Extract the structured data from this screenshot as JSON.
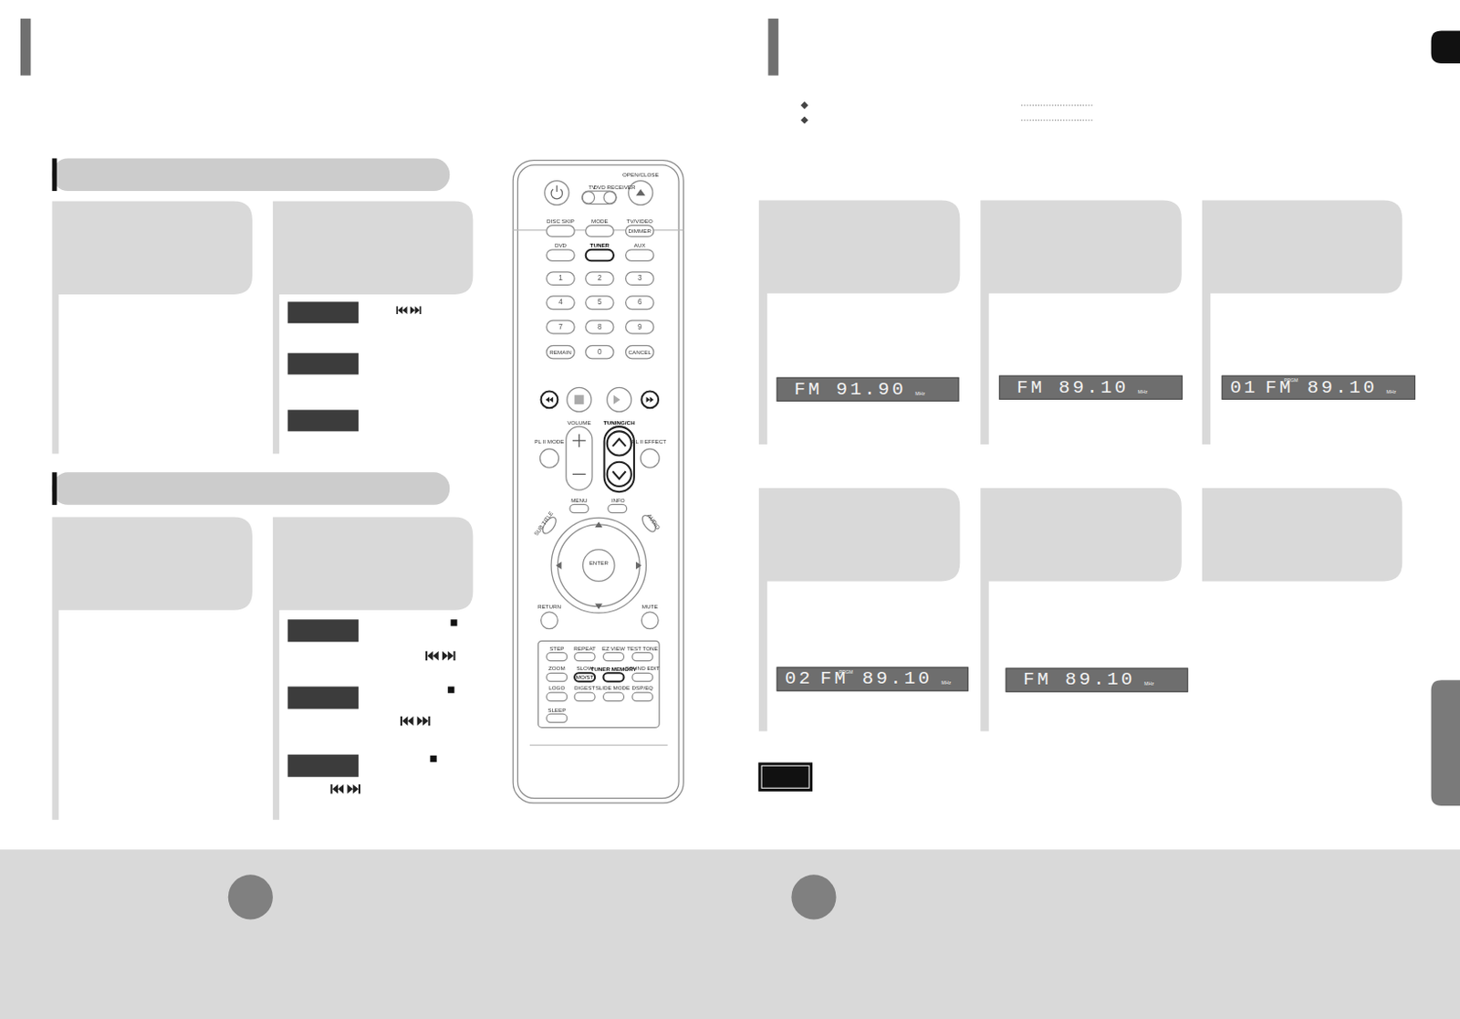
{
  "diagram": {
    "nodes": [
      {
        "text": [
          "FM 91.90",
          "MHz"
        ]
      },
      {
        "text": [
          "FM 89.10",
          "MHz"
        ]
      },
      {
        "text": [
          "01",
          "PRGM",
          "FM 89.10",
          "MHz"
        ]
      },
      {
        "text": [
          "02",
          "PRGM",
          "FM 89.10",
          "MHz"
        ]
      },
      {
        "text": [
          "FM 89.10",
          "MHz"
        ]
      }
    ],
    "labels": [
      "OPEN/CLOSE",
      "TV",
      "DVD RECEIVER",
      "DISC SKIP",
      "MODE",
      "TV/VIDEO",
      "DIMMER",
      "DVD",
      "TUNER",
      "AUX",
      "1",
      "2",
      "3",
      "4",
      "5",
      "6",
      "7",
      "8",
      "9",
      "REMAIN",
      "0",
      "CANCEL",
      "VOLUME",
      "TUNING/CH",
      "PL II MODE",
      "PL II EFFECT",
      "MENU",
      "INFO",
      "SUB TITLE",
      "AUDIO",
      "ENTER",
      "RETURN",
      "MUTE",
      "STEP",
      "REPEAT",
      "EZ VIEW",
      "TEST TONE",
      "ZOOM",
      "SLOW",
      "TUNER MEMORY",
      "SOUND EDIT",
      "MO/ST",
      "LOGO",
      "DIGEST",
      "SLIDE MODE",
      "DSP/EQ",
      "SLEEP"
    ]
  }
}
